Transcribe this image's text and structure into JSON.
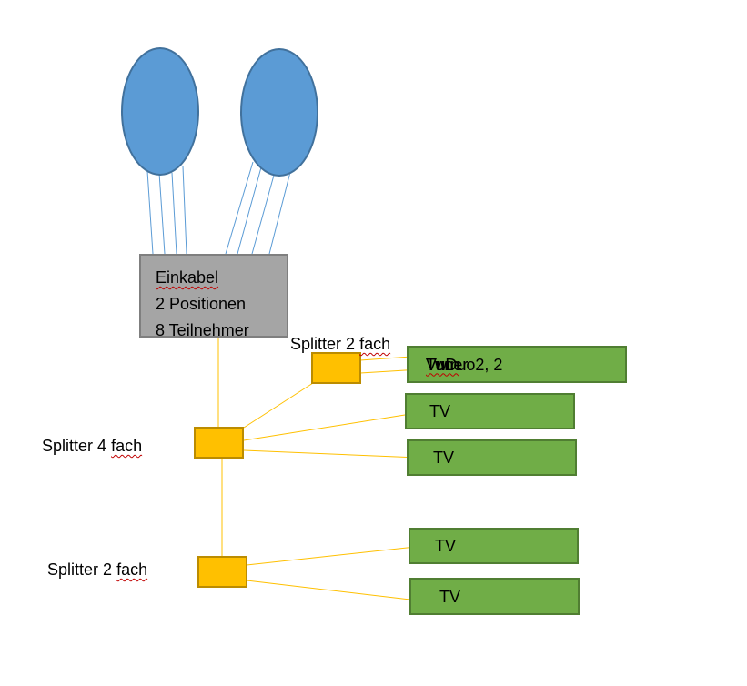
{
  "colors": {
    "dish_fill": "#5b9bd5",
    "dish_stroke": "#41719c",
    "lnb_fill": "#a5a5a5",
    "splitter_fill": "#ffc000",
    "device_fill": "#70ad47",
    "coax_line": "#ffc000",
    "feed_line": "#5b9bd5",
    "spellcheck_underline": "#c00000"
  },
  "lnb": {
    "line1": "Einkabel",
    "line2": "2 Positionen",
    "line3": "8 Teilnehmer"
  },
  "splitters": {
    "top": {
      "word": "Splitter",
      "count": "2",
      "unit": "fach"
    },
    "middle": {
      "word": "Splitter",
      "count": "4",
      "unit": "fach"
    },
    "bottom": {
      "word": "Splitter",
      "count": "2",
      "unit": "fach"
    }
  },
  "devices": {
    "receiver": {
      "prefix": "VuDuo2, 2",
      "word": "Twin",
      "suffix": "Tuner"
    },
    "tv1": "TV",
    "tv2": "TV",
    "tv3": "TV",
    "tv4": "TV"
  }
}
